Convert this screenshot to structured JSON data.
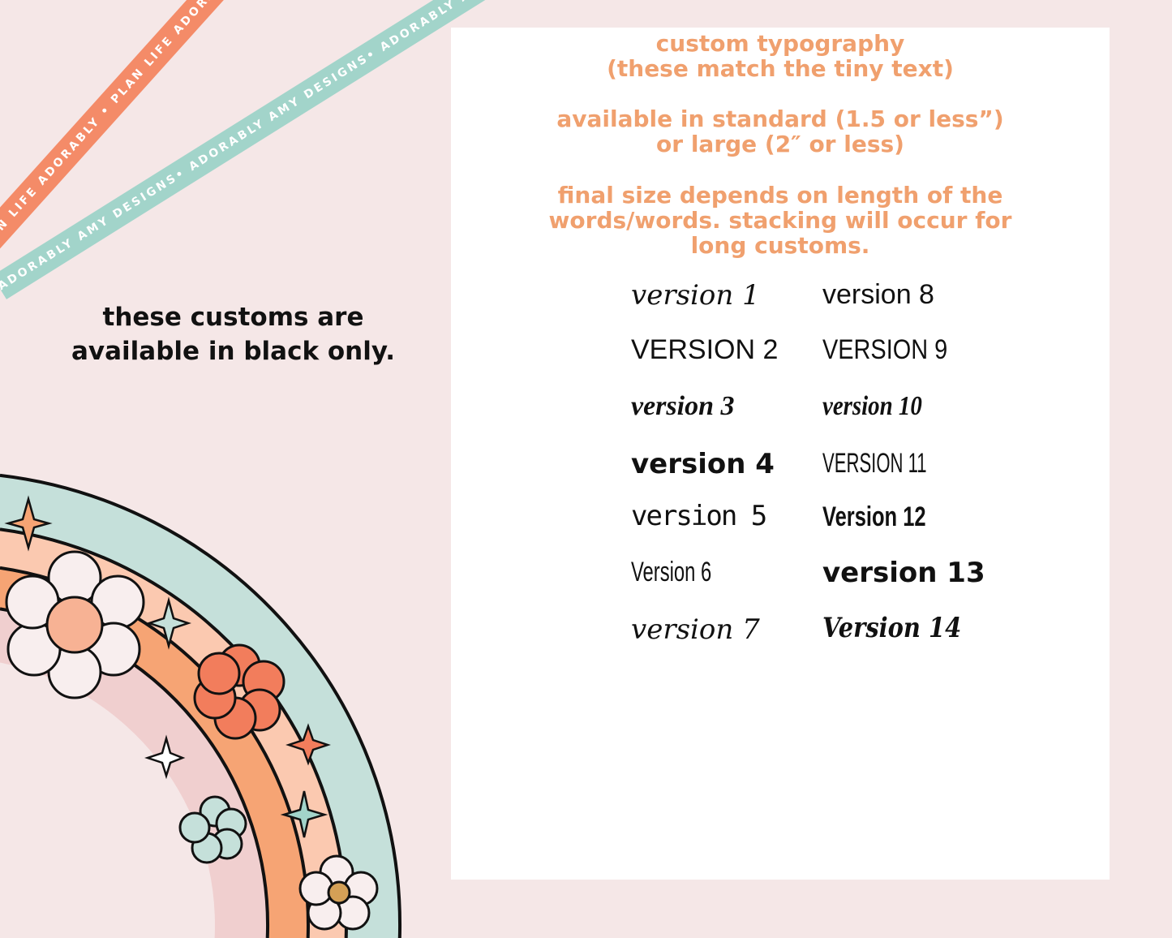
{
  "ribbons": {
    "coral": "PLAN LIFE ADORABLY • PLAN LIFE ADORABLY • PLAN LIFE ADORABLY",
    "teal": "ADORABLY AMY DESIGNS• ADORABLY AMY DESIGNS• ADORABLY AMY DESIGNS"
  },
  "note": "these customs are available in black only.",
  "info": {
    "line1": "custom typography",
    "line2": "(these match the tiny text)",
    "line3": "available in standard (1.5 or less”)",
    "line4": "or large (2″ or less)",
    "line5": "final size depends on length of the",
    "line6": "words/words.  stacking will occur for",
    "line7": "long customs."
  },
  "versions": [
    "version 1",
    "VERSION 2",
    "version 3",
    "version 4",
    "version 5",
    "Version 6",
    "version 7",
    "version 8",
    "VERSION 9",
    "version 10",
    "VERSION 11",
    "Version 12",
    "version 13",
    "Version 14"
  ],
  "colors": {
    "background": "#f5e7e7",
    "coral": "#f48b68",
    "teal": "#a2d4ca",
    "info_text": "#f0a06e"
  }
}
